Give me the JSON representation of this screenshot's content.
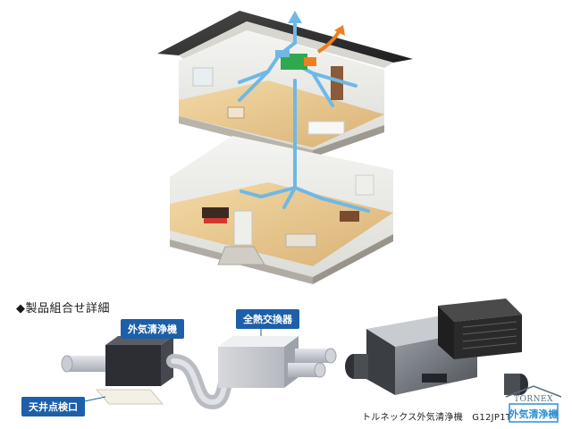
{
  "section": {
    "marker": "◆",
    "title": "製品組合せ詳細"
  },
  "labels": {
    "purifier": "外気清浄機",
    "heat_exchanger": "全熱交換器",
    "ceiling_hatch": "天井点検口"
  },
  "product_caption": "トルネックス外気清浄機　G12JP1T",
  "logo": {
    "brand": "TORNEX",
    "product": "外気清浄機"
  },
  "colors": {
    "label_bg": "#1d5fa8",
    "duct_flow": "#6fb8e6",
    "exhaust_arrow": "#f07d1e",
    "logo_accent": "#2d8fd0"
  }
}
